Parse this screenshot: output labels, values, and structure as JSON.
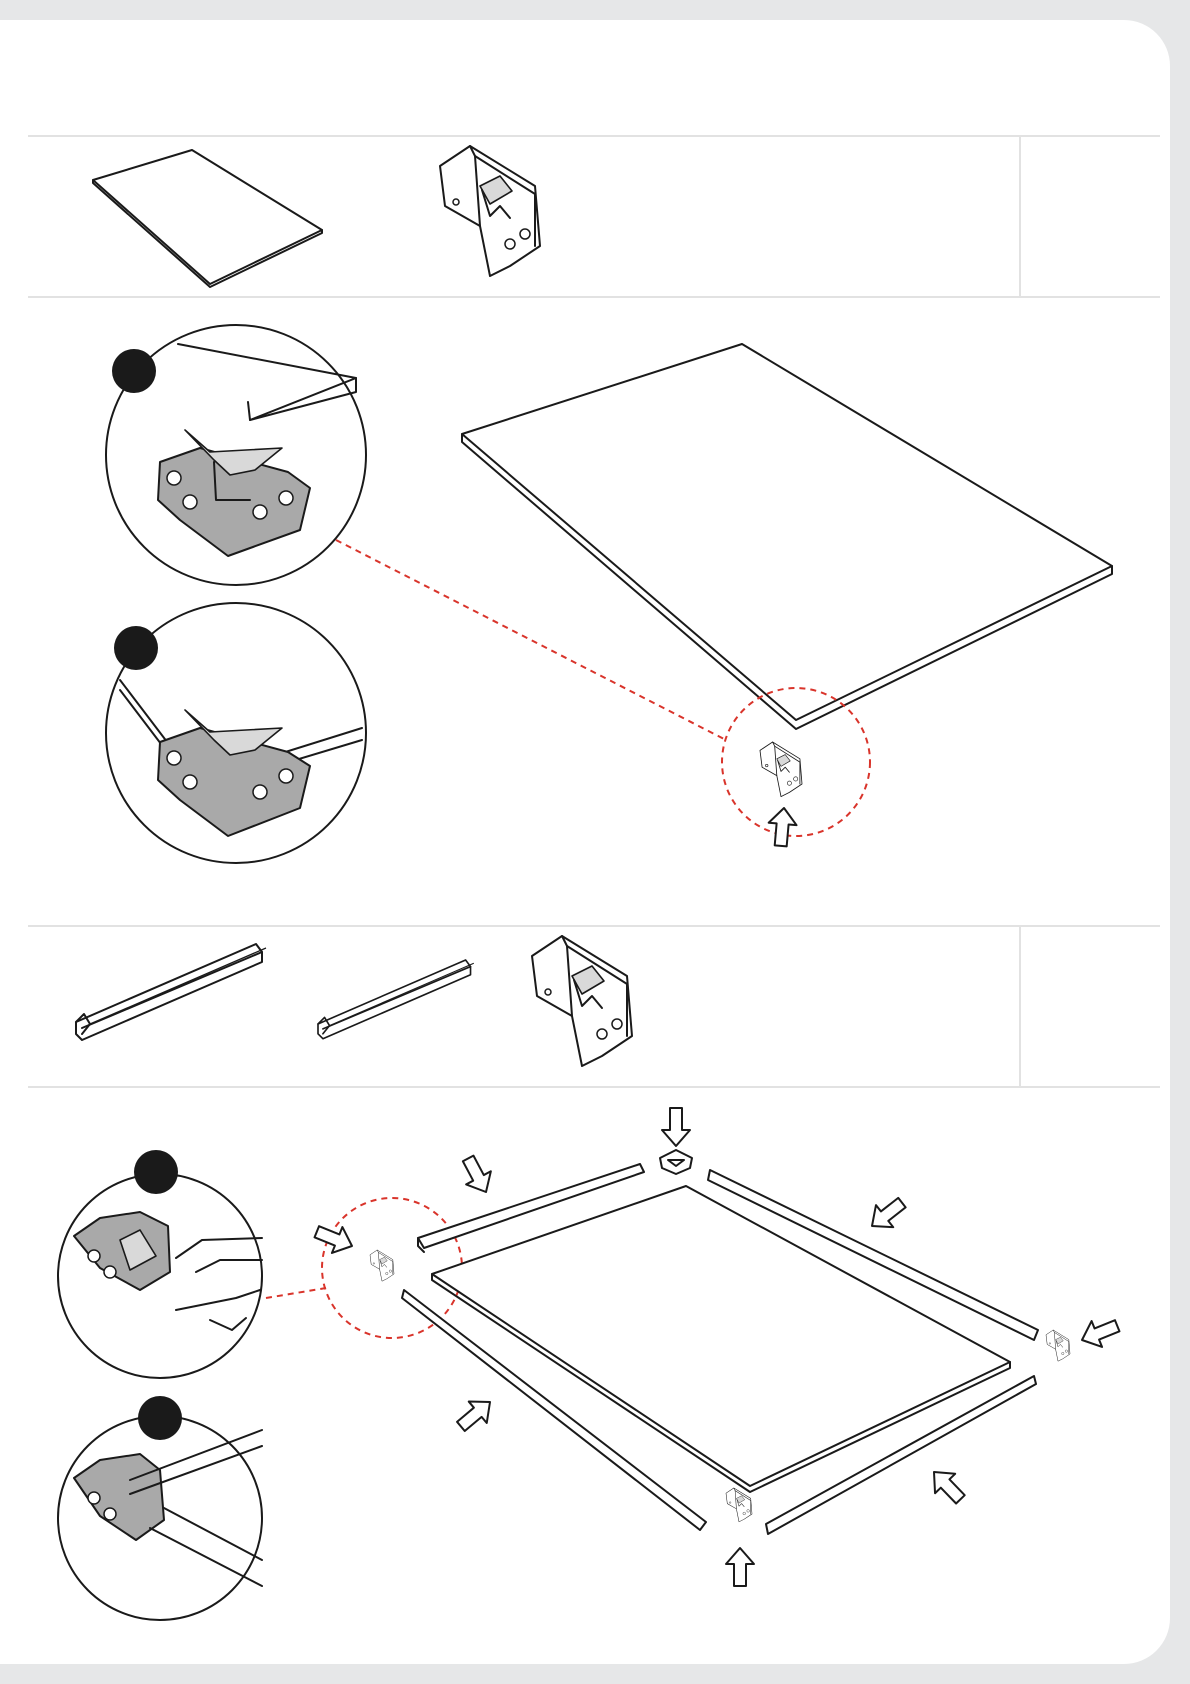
{
  "page": {
    "background": "#e6e7e8",
    "sheet_color": "#ffffff",
    "accent_dashed": "#d9342b"
  },
  "sections": [
    {
      "parts": [
        "floor-panel",
        "corner-connector"
      ],
      "step_detail_circles": 2
    },
    {
      "parts": [
        "long-rail",
        "short-rail",
        "corner-connector"
      ],
      "step_detail_circles": 2
    }
  ]
}
